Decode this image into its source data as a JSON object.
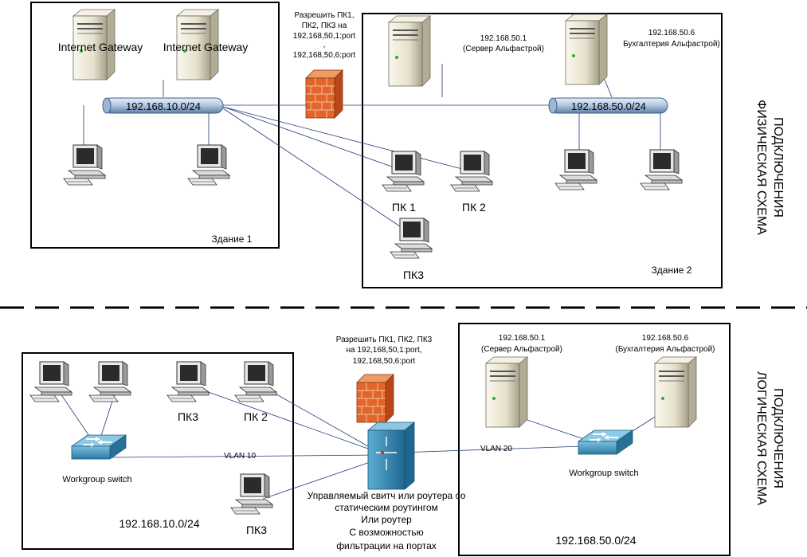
{
  "colors": {
    "border": "#000000",
    "bus_light": "#c9d8ea",
    "bus_dark": "#5c7fa8",
    "server_light": "#f3f0e2",
    "server_dark": "#9b9580",
    "firewall": "#e2662c",
    "switch": "#3f8fb5",
    "router": "#2f80aa"
  },
  "icons": [
    "server-icon",
    "workstation-icon",
    "firewall-icon",
    "network-bus-icon",
    "switch-icon",
    "router-icon"
  ],
  "physical": {
    "side_label_line1": "ФИЗИЧЕСКАЯ СХЕМА",
    "side_label_line2": "ПОДКЛЮЧЕНИЯ",
    "firewall_note": [
      "Разрешить ПК1,",
      "ПК2, ПК3 на",
      "192,168,50,1:port",
      ",",
      "192,168,50,6:port"
    ],
    "building1": {
      "label": "Здание 1",
      "gateway1": "Internet Gateway",
      "gateway2": "Internet Gateway",
      "bus": "192.168.10.0/24"
    },
    "building2": {
      "label": "Здание 2",
      "bus": "192.168.50.0/24",
      "server1": [
        "192.168.50.1",
        "(Сервер Альфастрой)"
      ],
      "server2": [
        "192.168.50.6",
        "Бухгалтерия Альфастрой)"
      ],
      "pc1": "ПК 1",
      "pc2": "ПК 2",
      "pc3": "ПК3"
    }
  },
  "logical": {
    "side_label_line1": "ЛОГИЧЕСКАЯ СХЕМА",
    "side_label_line2": "ПОДКЛЮЧЕНИЯ",
    "firewall_note": [
      "Разрешить ПК1, ПК2, ПК3",
      "на 192,168,50,1:port,",
      "192,168,50,6:port"
    ],
    "router_note": [
      "Управляемый свитч или роутера со",
      "статическим роутингом",
      "Или роутер",
      "С возможностью",
      "фильтрации на портах"
    ],
    "vlan10": "VLAN 10",
    "vlan20": "VLAN 20",
    "left": {
      "switch": "Workgroup switch",
      "subnet": "192.168.10.0/24",
      "pc3": "ПК3",
      "pc2": "ПК 2",
      "pc3b": "ПК3"
    },
    "right": {
      "switch": "Workgroup switch",
      "subnet": "192.168.50.0/24",
      "server1": [
        "192.168.50.1",
        "(Сервер Альфастрой)"
      ],
      "server2": [
        "192.168.50.6",
        "(Бухгалтерия Альфастрой)"
      ]
    }
  }
}
